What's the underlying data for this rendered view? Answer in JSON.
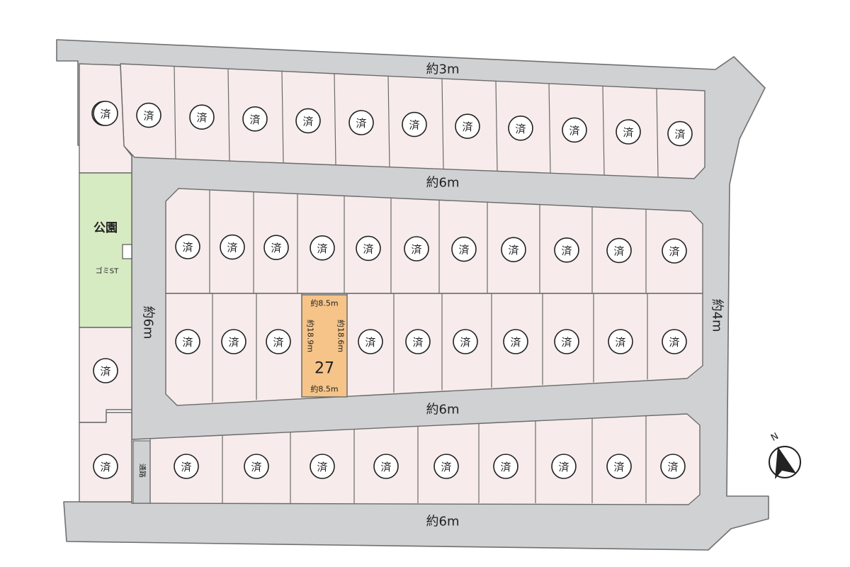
{
  "roads": {
    "north": "約3m",
    "middle_upper": "約6m",
    "middle_lower": "約6m",
    "south": "約6m",
    "west": "約6m",
    "east": "約4m"
  },
  "park": {
    "label": "公園",
    "garbage_station": "ゴミST"
  },
  "path_label": "通路",
  "sold_mark": "済",
  "featured_lot": {
    "number": "27",
    "width_top": "約8.5m",
    "width_bottom": "約8.5m",
    "depth_left": "約18.9m",
    "depth_right": "約18.6m",
    "highlight_color": "#f6c488"
  },
  "lot_status": {
    "sold_color": "#f7eceb",
    "available_color": "#f6c488"
  },
  "north_arrow": {
    "letter": "N"
  }
}
